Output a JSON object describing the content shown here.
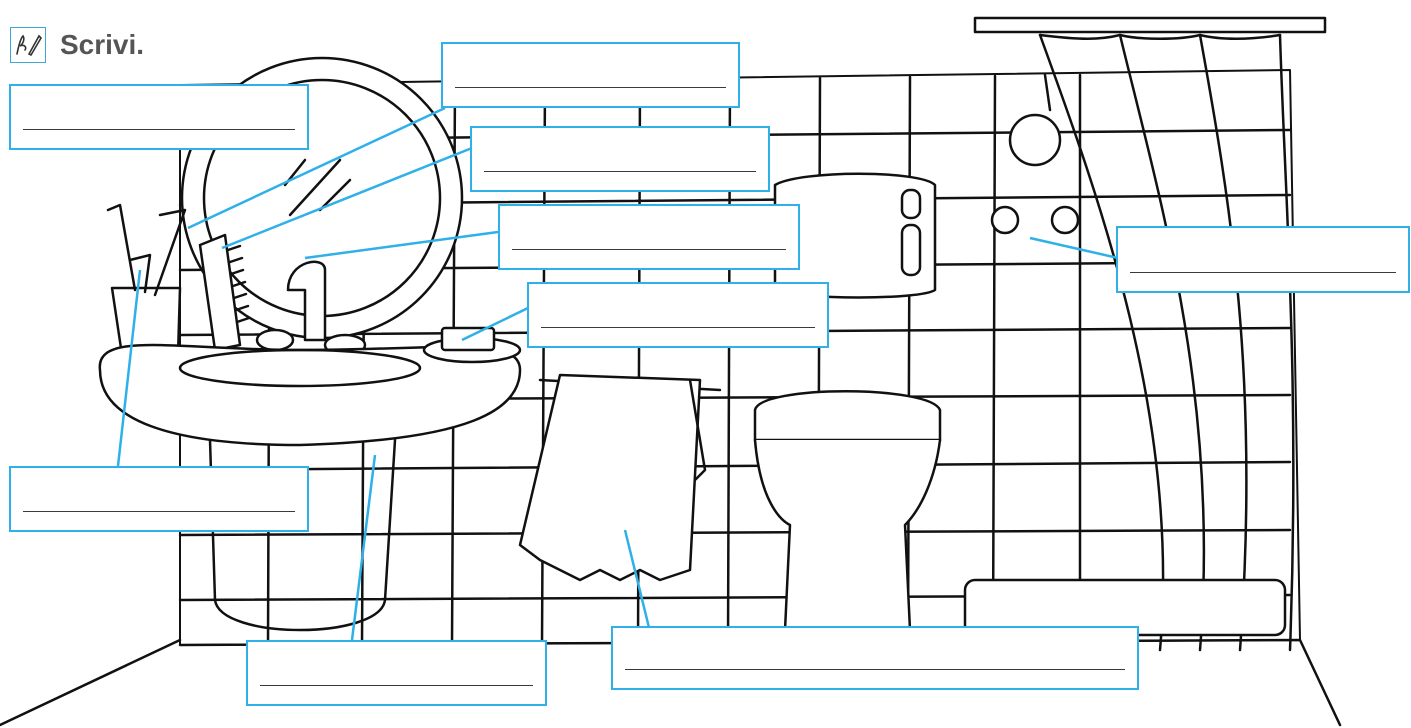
{
  "exercise": {
    "instruction": "Scrivi.",
    "icon": "pencil-writing-icon",
    "accent_color": "#2fb0e8"
  },
  "answer_boxes": [
    {
      "id": "mirror-top",
      "value": ""
    },
    {
      "id": "mirror-left",
      "value": ""
    },
    {
      "id": "comb",
      "value": ""
    },
    {
      "id": "tap",
      "value": ""
    },
    {
      "id": "soap",
      "value": ""
    },
    {
      "id": "shower-curtain",
      "value": ""
    },
    {
      "id": "cup",
      "value": ""
    },
    {
      "id": "washbasin",
      "value": ""
    },
    {
      "id": "towel",
      "value": ""
    }
  ]
}
